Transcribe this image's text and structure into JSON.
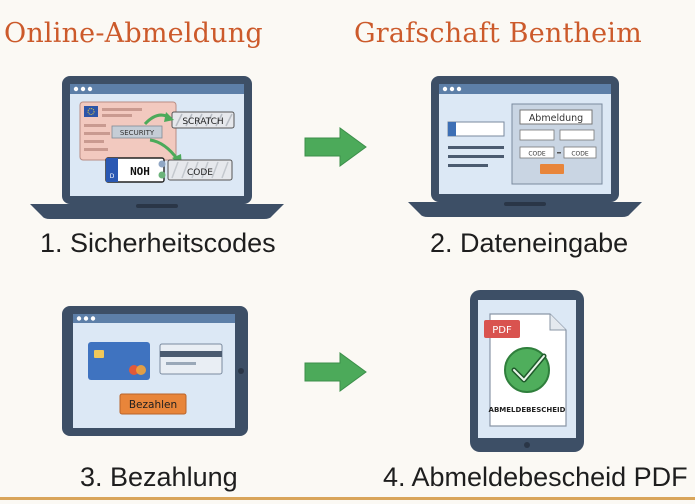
{
  "header": {
    "title_left": "Online-Abmeldung",
    "title_right": "Grafschaft Bentheim"
  },
  "steps": [
    {
      "caption": "1. Sicherheitscodes"
    },
    {
      "caption": "2. Dateneingabe"
    },
    {
      "caption": "3. Bezahlung"
    },
    {
      "caption": "4. Abmeldebescheid PDF"
    }
  ],
  "step1": {
    "scratch_label": "SCRATCH",
    "sticker_label": "SECURITY",
    "plate_text": "NOH",
    "plate_country": "D",
    "code_label": "CODE"
  },
  "step2": {
    "form_title": "Abmeldung",
    "code_field_1": "CODE",
    "code_field_2": "CODE"
  },
  "step3": {
    "pay_button": "Bezahlen"
  },
  "step4": {
    "pdf_badge": "PDF",
    "document_label": "ABMELDEBESCHEID"
  },
  "colors": {
    "title": "#cc5a2b",
    "arrow": "#4caa5a",
    "device_frame": "#3d4f66",
    "screen": "#dce8f5",
    "check": "#3f9a4c",
    "pdf_badge": "#d9534f",
    "pay_button": "#e8853a"
  }
}
